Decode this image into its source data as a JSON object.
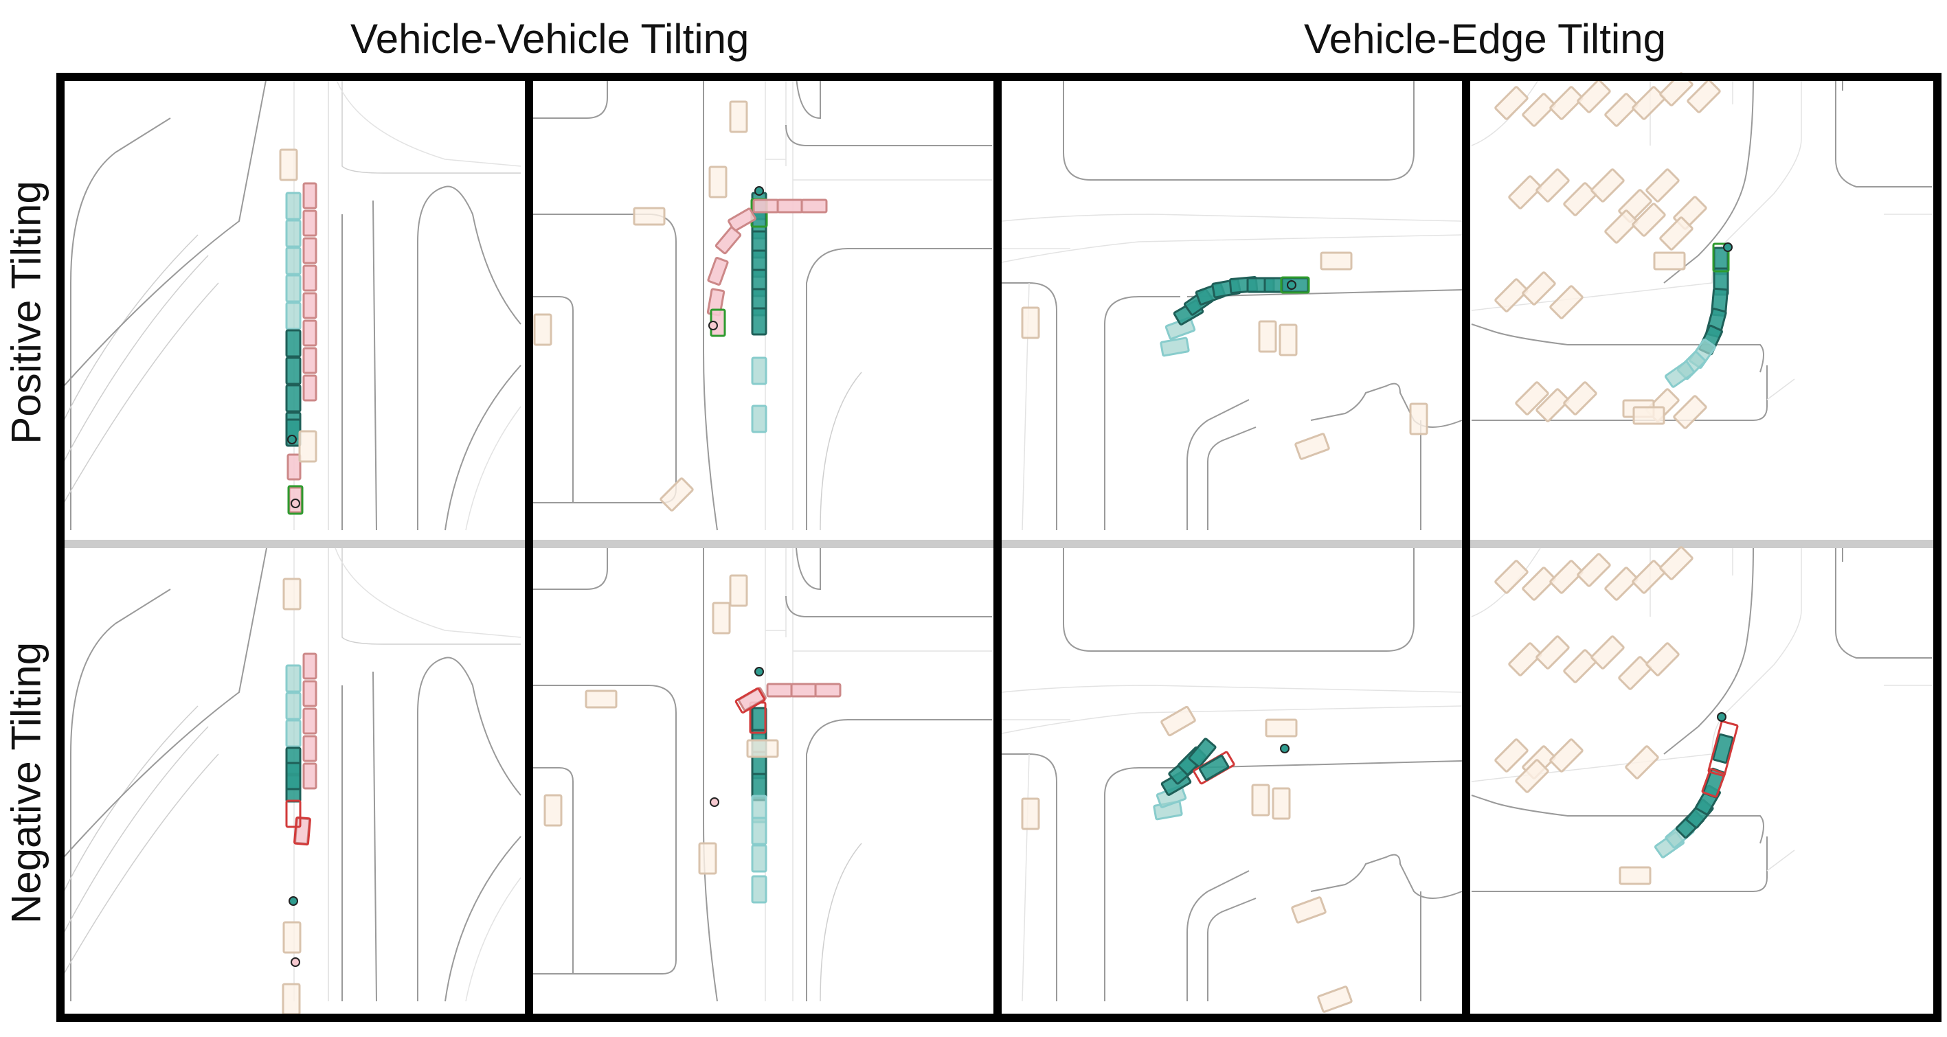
{
  "column_headers": [
    "Vehicle-Vehicle Tilting",
    "Vehicle-Edge Tilting"
  ],
  "row_labels": [
    "Positive Tilting",
    "Negative Tilting"
  ],
  "colors": {
    "ego_vehicle": "#2f9c8f",
    "ego_vehicle_faded": "#9fd3cd",
    "other_vehicle": "#f6c9d0",
    "parked_vehicle": "#fdf1e6",
    "positive_highlight": "#2e9a2e",
    "negative_highlight": "#d23a3a",
    "map_lane": "#9a9a9a",
    "row_divider": "#cccccc",
    "frame": "#000000"
  },
  "icons": [
    "goal-marker-icon"
  ]
}
